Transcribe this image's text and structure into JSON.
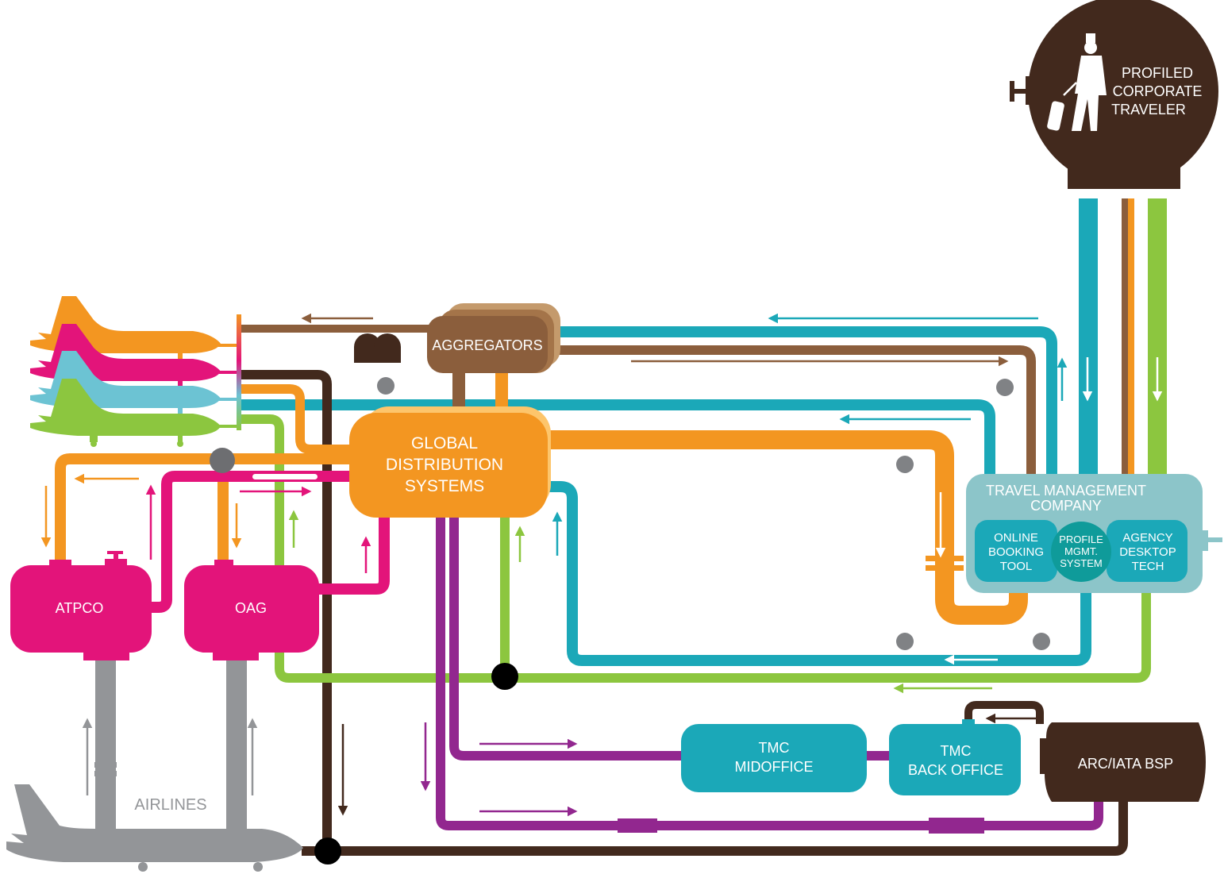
{
  "title": "Corporate Travel Distribution Ecosystem",
  "colors": {
    "orange": "#f39621",
    "magenta": "#e3147a",
    "teal": "#1ba8b8",
    "light_teal": "#6cc3d3",
    "green": "#8cc63f",
    "brown": "#8b5e3c",
    "dark_brown": "#42291d",
    "purple": "#92278f",
    "gray": "#939598",
    "tmc_bg": "#8cc5c9",
    "pms": "#0f9b9a"
  },
  "nodes": {
    "traveler": {
      "label_lines": [
        "PROFILED",
        "CORPORATE",
        "TRAVELER"
      ],
      "icon": "business-traveler-with-luggage-icon"
    },
    "aggregators": {
      "label": "AGGREGATORS"
    },
    "gds": {
      "label_lines": [
        "GLOBAL",
        "DISTRIBUTION",
        "SYSTEMS"
      ]
    },
    "atpco": {
      "label": "ATPCO"
    },
    "oag": {
      "label": "OAG"
    },
    "airlines": {
      "label": "AIRLINES",
      "icon": "airplane-icon"
    },
    "tmc": {
      "label_lines": [
        "TRAVEL MANAGEMENT",
        "COMPANY"
      ],
      "modules": [
        {
          "name": "online-booking-tool",
          "label_lines": [
            "ONLINE",
            "BOOKING",
            "TOOL"
          ]
        },
        {
          "name": "profile-mgmt-system",
          "label_lines": [
            "PROFILE",
            "MGMT.",
            "SYSTEM"
          ]
        },
        {
          "name": "agency-desktop-tech",
          "label_lines": [
            "AGENCY",
            "DESKTOP",
            "TECH"
          ]
        }
      ]
    },
    "tmc_midoffice": {
      "label_lines": [
        "TMC",
        "MIDOFFICE"
      ]
    },
    "tmc_backoffice": {
      "label_lines": [
        "TMC",
        "BACK OFFICE"
      ]
    },
    "arc_iata": {
      "label": "ARC/IATA BSP"
    }
  },
  "airline_fleet": [
    "orange",
    "magenta",
    "light_teal",
    "green"
  ]
}
